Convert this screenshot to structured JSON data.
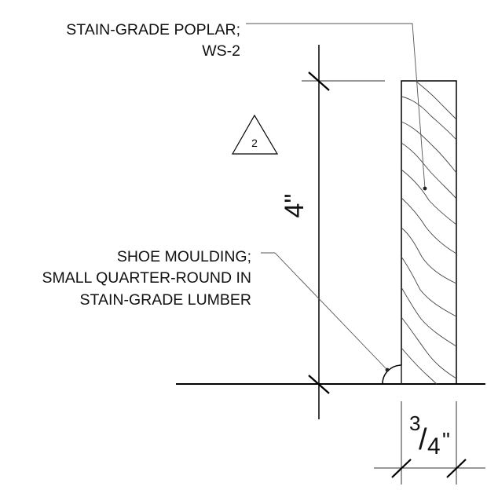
{
  "notes": {
    "poplar_line1": "STAIN-GRADE POPLAR;",
    "poplar_line2": "WS-2",
    "shoe_line1": "SHOE MOULDING;",
    "shoe_line2": "SMALL QUARTER-ROUND IN",
    "shoe_line3": "STAIN-GRADE LUMBER"
  },
  "revision_tag": {
    "number": "2"
  },
  "dimensions": {
    "height": "4\"",
    "width_numerator": "3",
    "width_denominator": "4",
    "width_unit": "\""
  }
}
